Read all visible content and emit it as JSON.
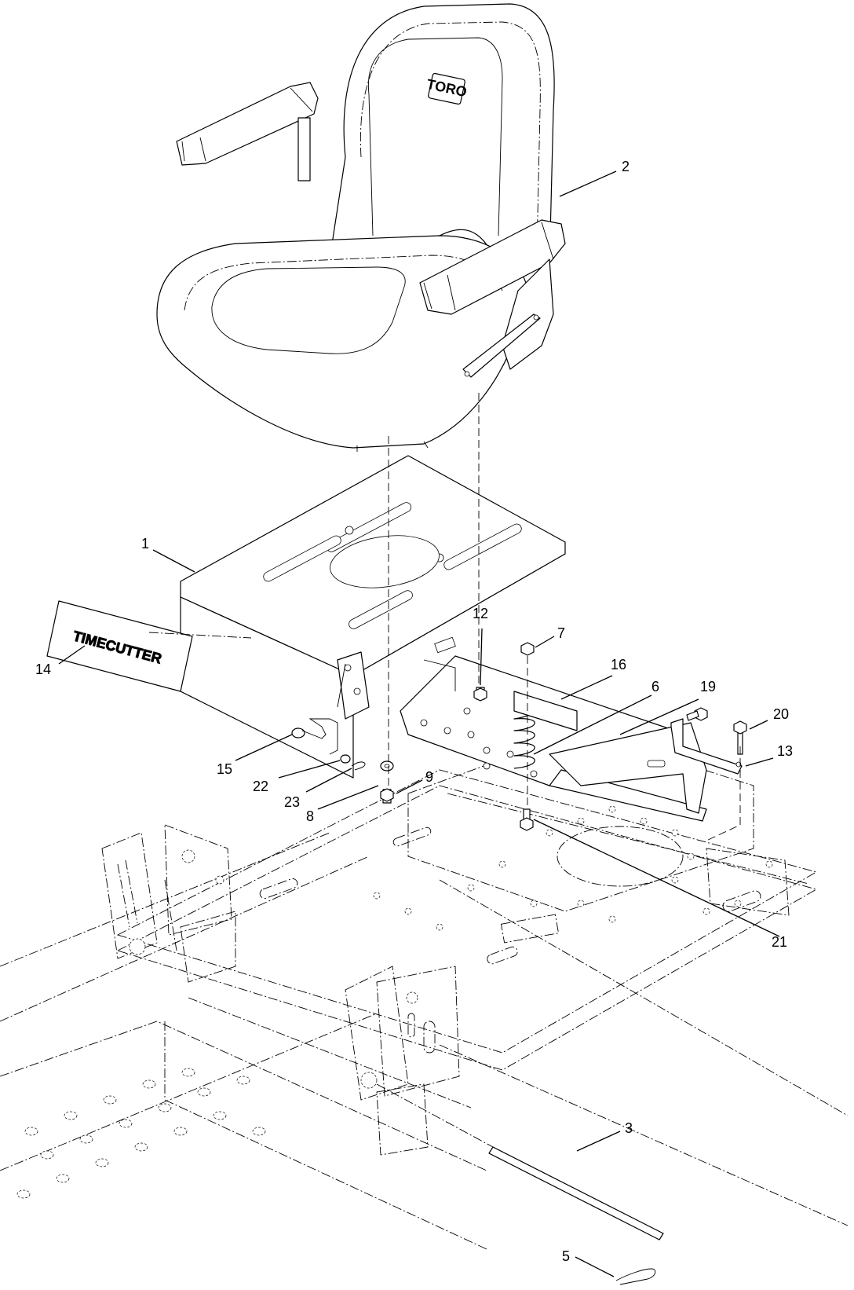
{
  "diagram": {
    "logo_text": "TORO",
    "decal_text": "TIMECUTTER",
    "callouts": [
      {
        "id": "c1",
        "label": "1"
      },
      {
        "id": "c2",
        "label": "2"
      },
      {
        "id": "c3",
        "label": "3"
      },
      {
        "id": "c5",
        "label": "5"
      },
      {
        "id": "c6",
        "label": "6"
      },
      {
        "id": "c7",
        "label": "7"
      },
      {
        "id": "c8",
        "label": "8"
      },
      {
        "id": "c9",
        "label": "9"
      },
      {
        "id": "c12",
        "label": "12"
      },
      {
        "id": "c13",
        "label": "13"
      },
      {
        "id": "c14",
        "label": "14"
      },
      {
        "id": "c15",
        "label": "15"
      },
      {
        "id": "c16",
        "label": "16"
      },
      {
        "id": "c19",
        "label": "19"
      },
      {
        "id": "c20",
        "label": "20"
      },
      {
        "id": "c21",
        "label": "21"
      },
      {
        "id": "c22",
        "label": "22"
      },
      {
        "id": "c23",
        "label": "23"
      }
    ]
  }
}
